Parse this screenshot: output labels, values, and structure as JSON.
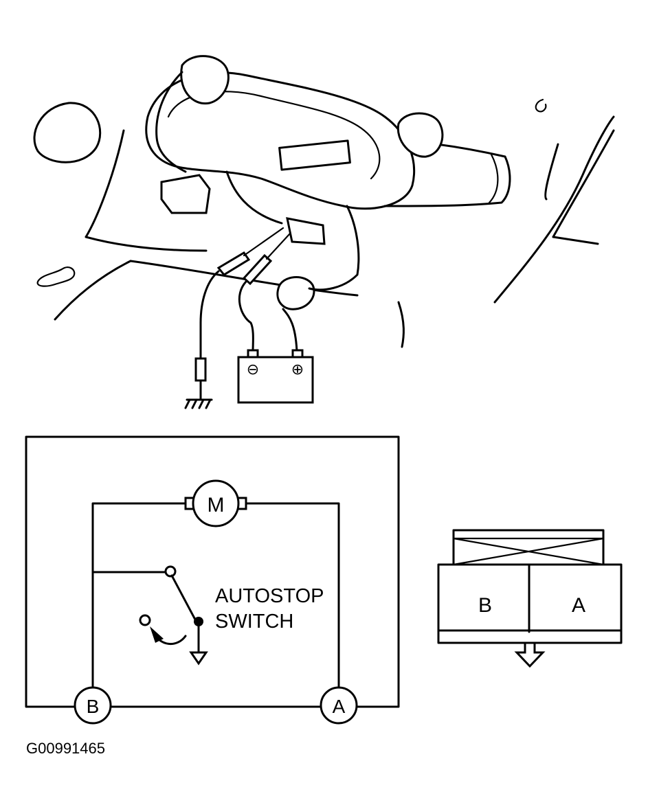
{
  "battery": {
    "negative_symbol": "⊖",
    "positive_symbol": "⊕"
  },
  "circuit": {
    "motor_label": "M",
    "switch_label_line1": "AUTOSTOP",
    "switch_label_line2": "SWITCH",
    "terminal_b": "B",
    "terminal_a": "A"
  },
  "connector": {
    "cell_b": "B",
    "cell_a": "A"
  },
  "figure_id": "G00991465"
}
